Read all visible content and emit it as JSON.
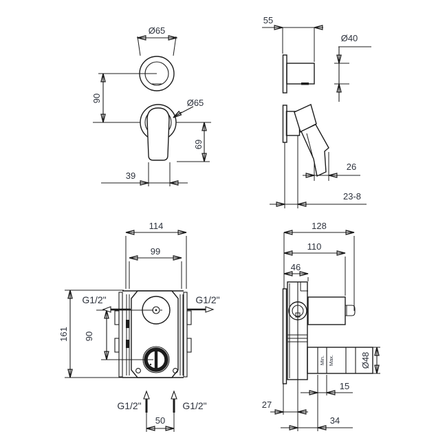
{
  "drawing": {
    "colors": {
      "line": "#1c1c1c",
      "text": "#2e333d",
      "background": "#ffffff"
    },
    "spout_front": {
      "diameter_top": "Ø65",
      "diameter_escutcheon": "Ø65",
      "center_distance": "90",
      "handle_height": "69",
      "handle_width": "39"
    },
    "spout_side": {
      "projection": "55",
      "spout_diameter": "Ø40"
    },
    "handle_side": {
      "handle_projection": "26",
      "depth_range": "23-8"
    },
    "body_front": {
      "overall_width": "114",
      "inner_width": "99",
      "overall_height": "161",
      "outlet_center_distance": "90",
      "bottom_inlet_spacing": "50",
      "thread_left": "G1/2\"",
      "thread_right": "G1/2\"",
      "thread_bottom_left": "G1/2\"",
      "thread_bottom_right": "G1/2\""
    },
    "body_side": {
      "overall_depth": "128",
      "depth_110": "110",
      "body_depth": "46",
      "outlet_diameter": "Ø48",
      "adjustment_range": "15",
      "min_label": "Min.",
      "max_label": "Max.",
      "depth_27": "27",
      "depth_34": "34"
    }
  }
}
